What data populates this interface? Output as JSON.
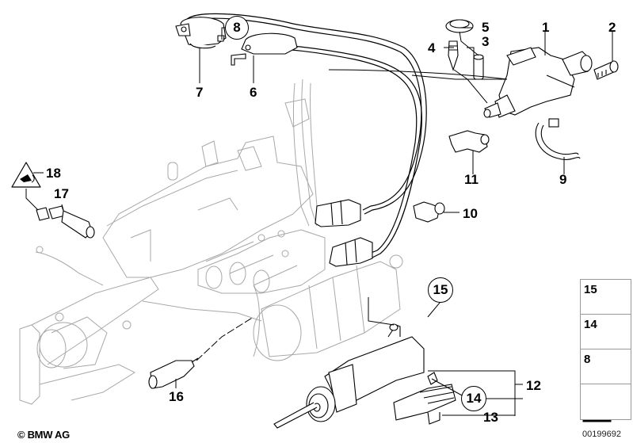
{
  "diagram": {
    "title": "Transmission hydraulic unit / clutch actuator exploded parts diagram",
    "callouts": [
      {
        "id": "1",
        "label": "1",
        "part": "Clutch actuator unit"
      },
      {
        "id": "2",
        "label": "2",
        "part": "Bolt"
      },
      {
        "id": "3",
        "label": "3",
        "part": "Bleed screw"
      },
      {
        "id": "4",
        "label": "4",
        "part": "Bleed valve"
      },
      {
        "id": "5",
        "label": "5",
        "part": "Protective cap"
      },
      {
        "id": "6",
        "label": "6",
        "part": "Sensor"
      },
      {
        "id": "7",
        "label": "7",
        "part": "Sensor"
      },
      {
        "id": "8",
        "label": "8",
        "part": "Screw (circled)"
      },
      {
        "id": "9",
        "label": "9",
        "part": "Cable tie"
      },
      {
        "id": "10",
        "label": "10",
        "part": "Clip"
      },
      {
        "id": "11",
        "label": "11",
        "part": "Holder"
      },
      {
        "id": "12",
        "label": "12",
        "part": "Slave cylinder assembly"
      },
      {
        "id": "13",
        "label": "13",
        "part": "Bracket"
      },
      {
        "id": "14",
        "label": "14",
        "part": "Screw (circled)"
      },
      {
        "id": "15",
        "label": "15",
        "part": "Nut (circled)"
      },
      {
        "id": "16",
        "label": "16",
        "part": "Sensor"
      },
      {
        "id": "17",
        "label": "17",
        "part": "Temperature sensor"
      },
      {
        "id": "18",
        "label": "18",
        "part": "Warning label"
      }
    ],
    "circled_callouts": [
      "8",
      "14",
      "15"
    ]
  },
  "legend": {
    "items": [
      {
        "label": "15",
        "icon": "flange-nut-icon"
      },
      {
        "label": "14",
        "icon": "socket-head-screw-icon"
      },
      {
        "label": "8",
        "icon": "flange-screw-icon"
      },
      {
        "label": "",
        "icon": "direction-arrow-icon"
      }
    ]
  },
  "footer": {
    "copyright": "© BMW AG",
    "document_number": "00199692"
  },
  "colors": {
    "line": "#000000",
    "faded_line": "#9a9a9a",
    "background": "#ffffff"
  }
}
